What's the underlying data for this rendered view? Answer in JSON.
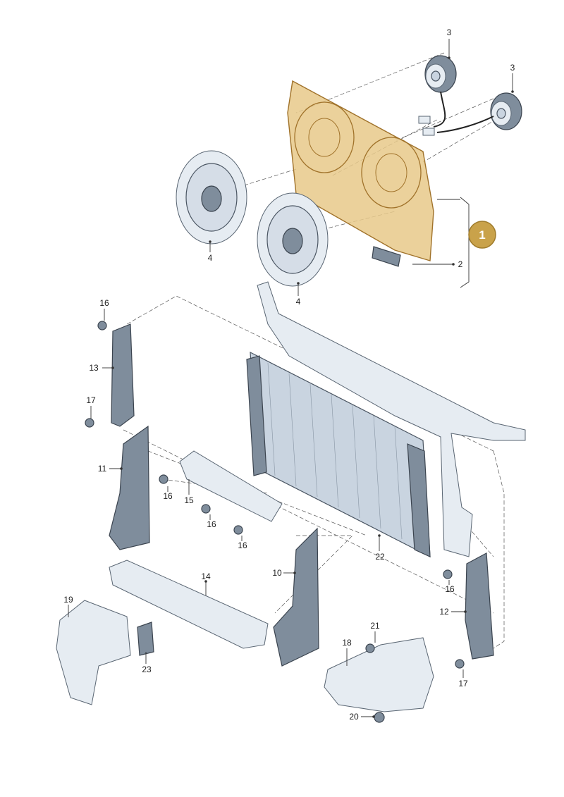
{
  "callout": {
    "label": "1",
    "fill": "#c9a24a",
    "stroke": "#a07c2c"
  },
  "labels": {
    "p3a": "3",
    "p3b": "3",
    "p2": "2",
    "p4a": "4",
    "p4b": "4",
    "p16a": "16",
    "p13": "13",
    "p17a": "17",
    "p11": "11",
    "p16b": "16",
    "p15": "15",
    "p16c": "16",
    "p16d": "16",
    "p22": "22",
    "p10": "10",
    "p14": "14",
    "p19": "19",
    "p23": "23",
    "p16e": "16",
    "p12": "12",
    "p21": "21",
    "p18": "18",
    "p17b": "17",
    "p20": "20"
  },
  "colors": {
    "highlight": "#e8c98a",
    "part": "#c9d4e0",
    "line": "#333333"
  }
}
